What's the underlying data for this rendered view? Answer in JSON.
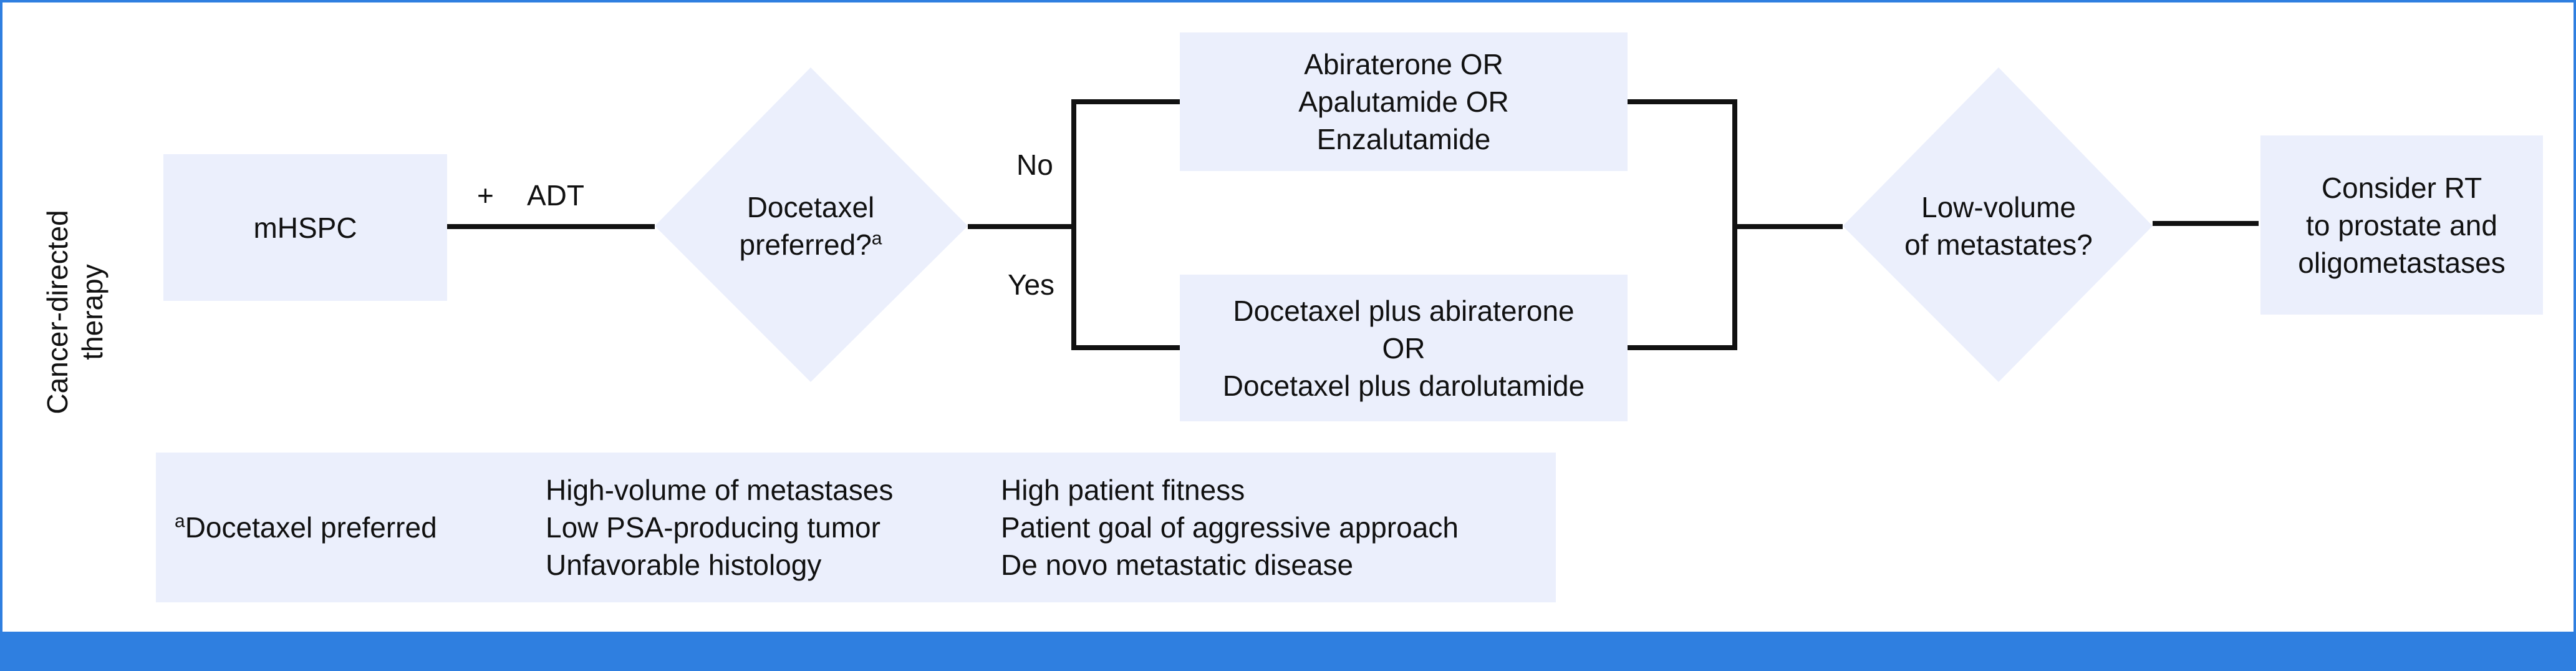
{
  "side_label": [
    "Cancer-directed",
    "therapy"
  ],
  "nodes": {
    "mhspc": "mHSPC",
    "adt_plus": "+",
    "adt": "ADT",
    "docetaxel_decision": {
      "line1": "Docetaxel",
      "line2": "preferred?",
      "sup": "a"
    },
    "branch_no": "No",
    "branch_yes": "Yes",
    "no_therapy": [
      "Abiraterone OR",
      "Apalutamide OR",
      "Enzalutamide"
    ],
    "yes_therapy": [
      "Docetaxel plus abiraterone",
      "OR",
      "Docetaxel plus darolutamide"
    ],
    "low_volume_decision": [
      "Low-volume",
      "of metastates?"
    ],
    "rt": [
      "Consider RT",
      "to prostate and",
      "oligometastases"
    ]
  },
  "legend": {
    "sup": "a",
    "title": "Docetaxel preferred",
    "col1": [
      "High-volume of metastases",
      "Low PSA-producing tumor",
      "Unfavorable histology"
    ],
    "col2": [
      "High patient fitness",
      "Patient goal of aggressive approach",
      "De novo metastatic disease"
    ]
  },
  "colors": {
    "box_fill": "#ebeffc",
    "frame": "#2f7fe0",
    "line": "#111111"
  }
}
